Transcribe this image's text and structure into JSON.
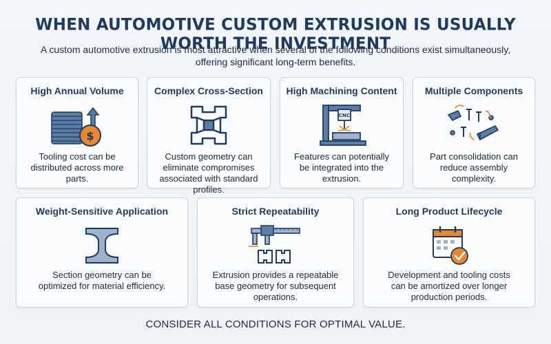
{
  "page": {
    "title": "WHEN AUTOMOTIVE CUSTOM EXTRUSION IS USUALLY WORTH THE INVESTMENT",
    "subtitle_line1": "A custom automotive extrusion is most attractive when several of the following conditions exist simultaneously,",
    "subtitle_line2": "offering significant long-term benefits.",
    "footer": "CONSIDER ALL CONDITIONS FOR OPTIMAL VALUE."
  },
  "colors": {
    "navy": "#1e3a5f",
    "accent_orange": "#e8892f",
    "card_bg": "#f9fbfd",
    "card_border": "#c9d3df"
  },
  "cards": [
    {
      "title": "High Annual Volume",
      "icon": "stacked-profiles-coin-icon",
      "desc": [
        "Tooling cost can be",
        "distributed across more",
        "parts."
      ]
    },
    {
      "title": "Complex Cross-Section",
      "icon": "extrusion-profile-icon",
      "desc": [
        "Custom geometry can",
        "eliminate compromises",
        "associated with standard",
        "profiles."
      ]
    },
    {
      "title": "High Machining Content",
      "icon": "cnc-machine-icon",
      "cnc_label": "CNC",
      "desc": [
        "Features can potentially",
        "be integrated into the",
        "extrusion."
      ]
    },
    {
      "title": "Multiple Components",
      "icon": "brackets-screws-icon",
      "desc": [
        "Part consolidation can",
        "reduce assembly",
        "complexity."
      ]
    },
    {
      "title": "Weight-Sensitive Application",
      "icon": "i-beam-icon",
      "desc": [
        "Section geometry can be",
        "optimized for material efficiency."
      ]
    },
    {
      "title": "Strict Repeatability",
      "icon": "caliper-profiles-icon",
      "desc": [
        "Extrusion provides a repeatable",
        "base geometry for subsequent",
        "operations."
      ]
    },
    {
      "title": "Long Product Lifecycle",
      "icon": "calendar-check-icon",
      "desc": [
        "Development and tooling costs",
        "can be amortized over longer",
        "production periods."
      ]
    }
  ]
}
